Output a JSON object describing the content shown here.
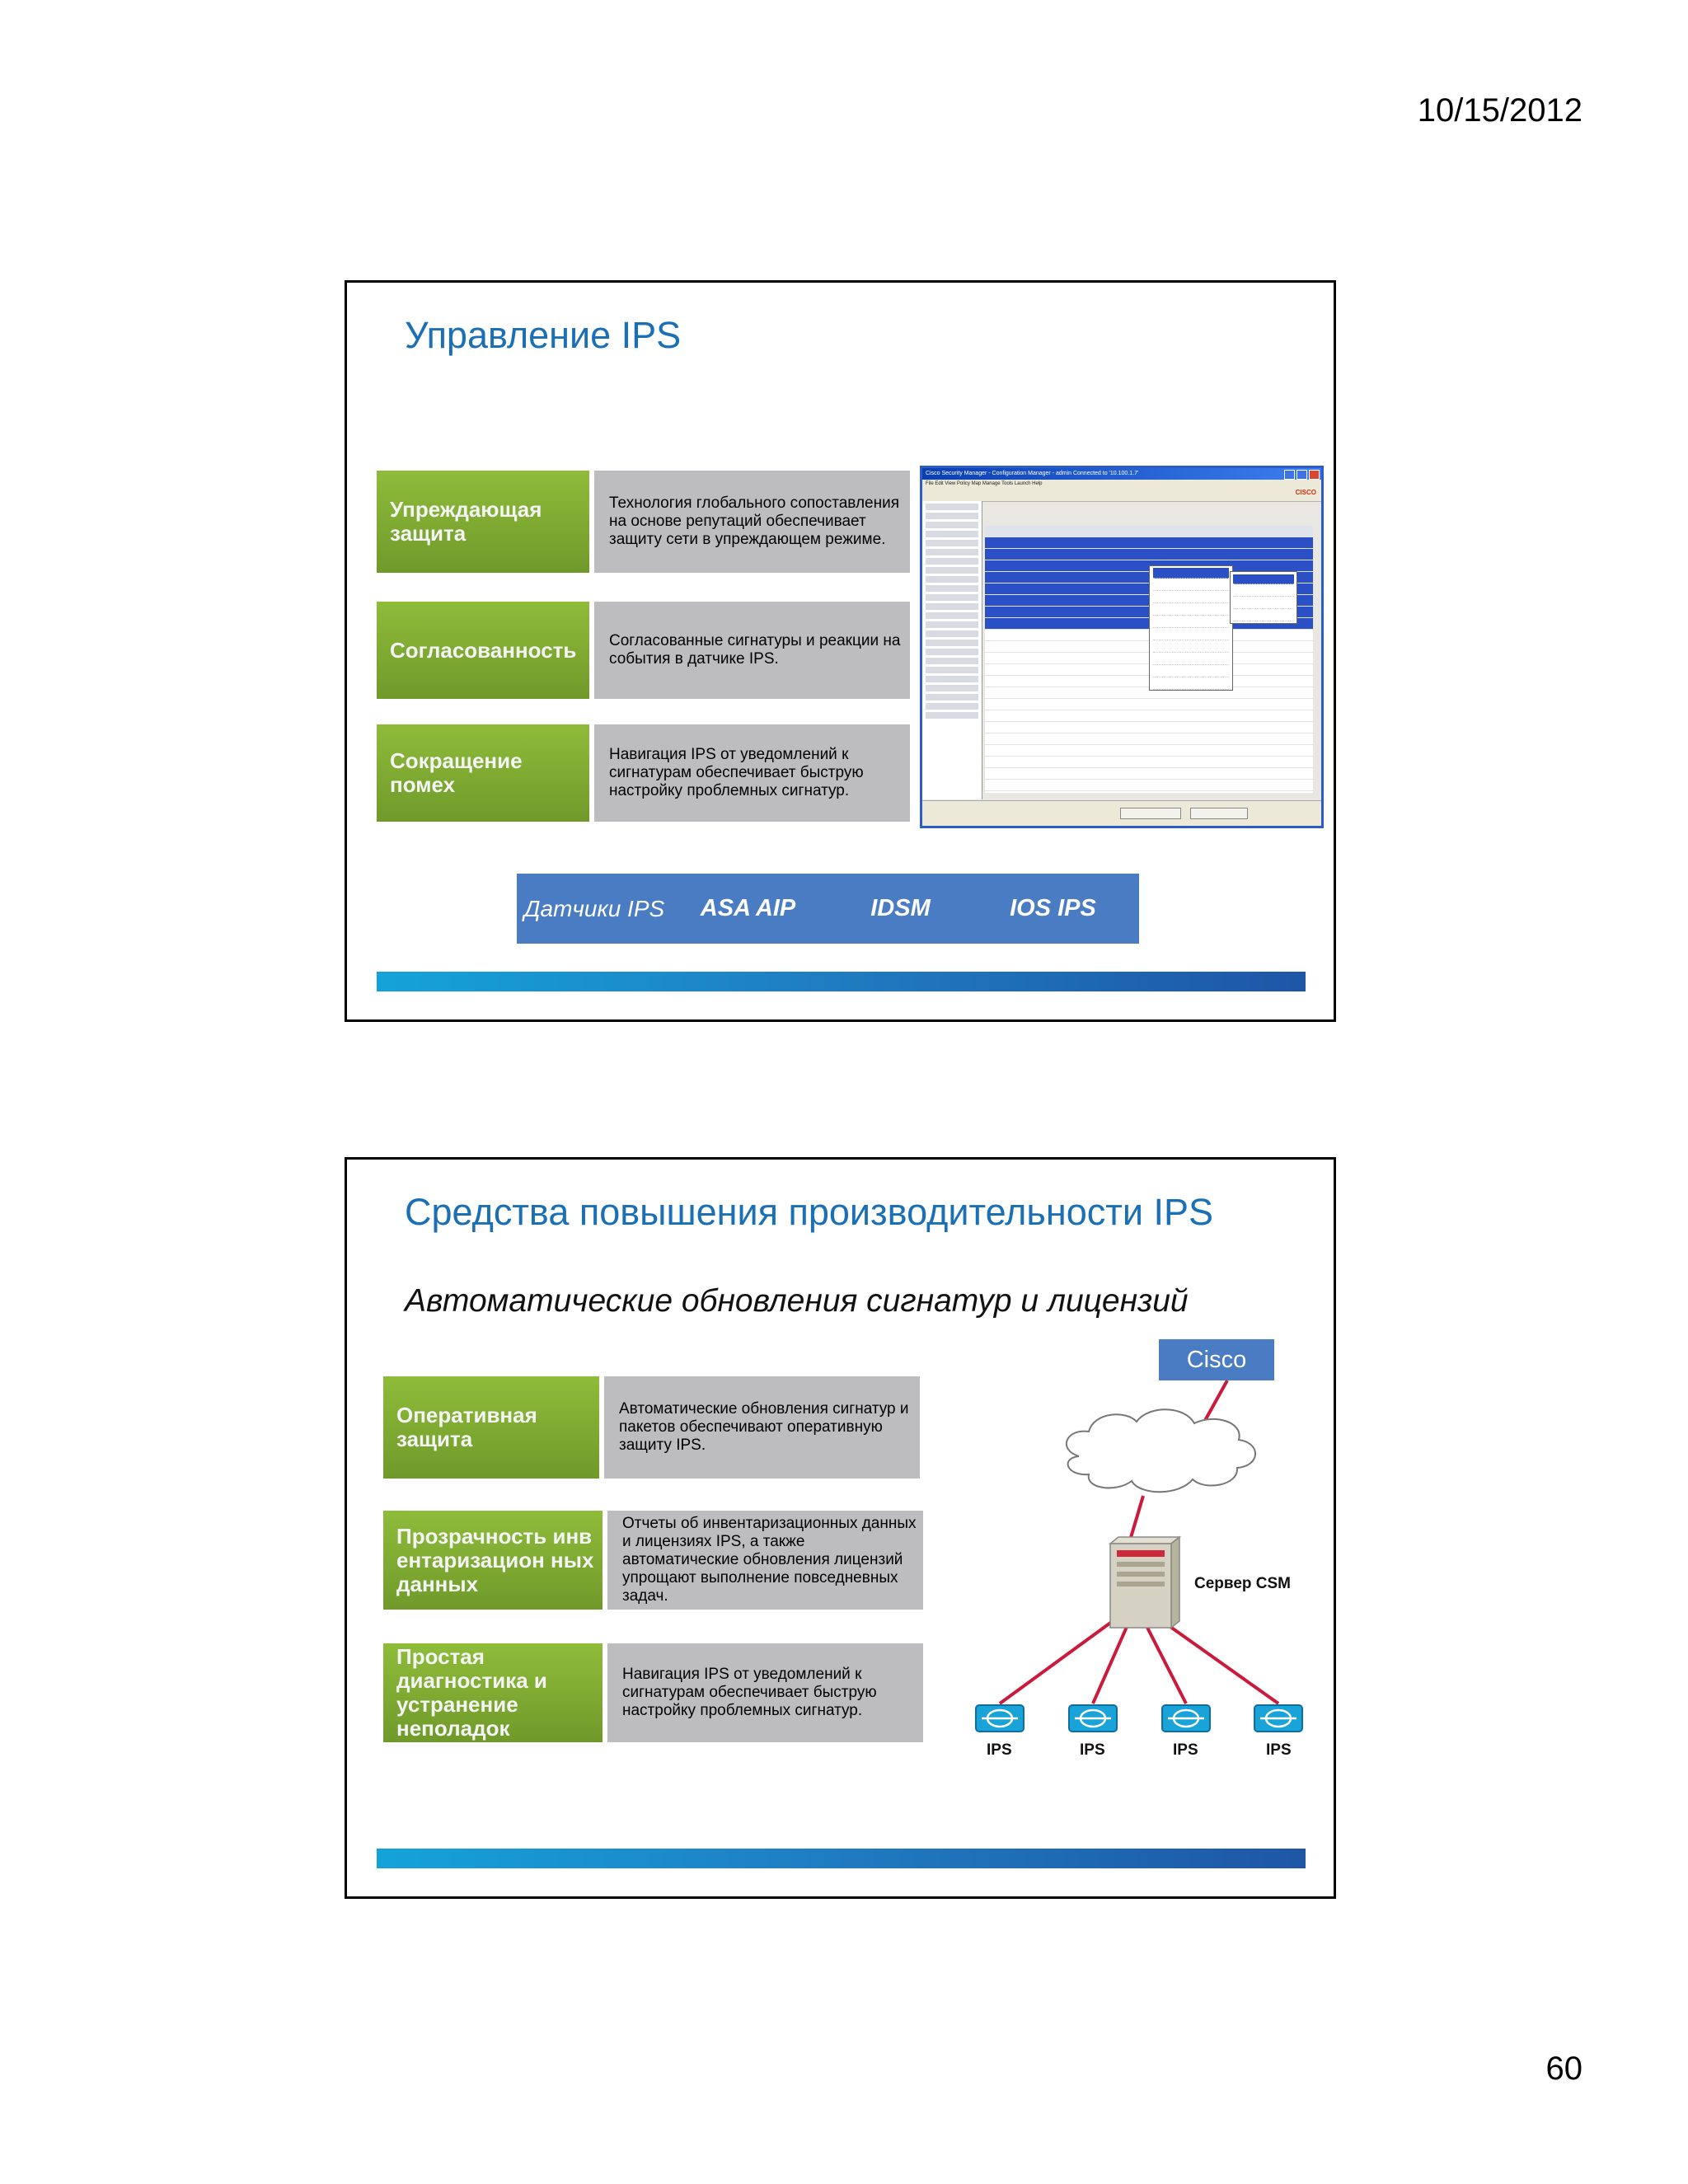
{
  "header": {
    "date": "10/15/2012"
  },
  "footer": {
    "page_number": "60"
  },
  "slide1": {
    "title": "Управление IPS",
    "rows": [
      {
        "label": "Упреждающая защита",
        "text": "Технология глобального сопоставления на основе репутаций обеспечивает защиту сети в упреждающем режиме."
      },
      {
        "label": "Согласованность",
        "text": "Согласованные сигнатуры и реакции на события в датчике IPS."
      },
      {
        "label": "Сокращение помех",
        "text": "Навигация IPS от уведомлений к сигнатурам обеспечивает быструю настройку проблемных сигнатур."
      }
    ],
    "products": [
      "Датчики IPS",
      "ASA AIP",
      "IDSM",
      "IOS IPS"
    ],
    "screenshot": {
      "window_title": "Cisco Security Manager - Configuration Manager - admin Connected to '10.100.1.7'",
      "menu": "File   Edit   View   Policy   Map   Manage   Tools   Launch   Help",
      "logo": "CISCO"
    }
  },
  "slide2": {
    "title": "Средства повышения производительности IPS",
    "subtitle": "Автоматические обновления сигнатур и лицензий",
    "rows": [
      {
        "label": "Оперативная защита",
        "text": "Автоматические обновления сигнатур и пакетов обеспечивают оперативную защиту IPS."
      },
      {
        "label": "Прозрачность инвентаризацион ных данных",
        "text": "Отчеты об инвентаризационных данных и лицензиях IPS, а также автоматические обновления лицензий упрощают выполнение повседневных задач."
      },
      {
        "label": "Простая диагностика и устранение неполадок",
        "text": "Навигация IPS от уведомлений к сигнатурам обеспечивает быструю настройку проблемных сигнатур."
      }
    ],
    "diagram": {
      "cloud_label": "Cisco",
      "server_label": "Сервер CSM",
      "device_labels": [
        "IPS",
        "IPS",
        "IPS",
        "IPS"
      ],
      "line_color": "#cc1a3c",
      "accent": "#4a7cc4"
    }
  }
}
